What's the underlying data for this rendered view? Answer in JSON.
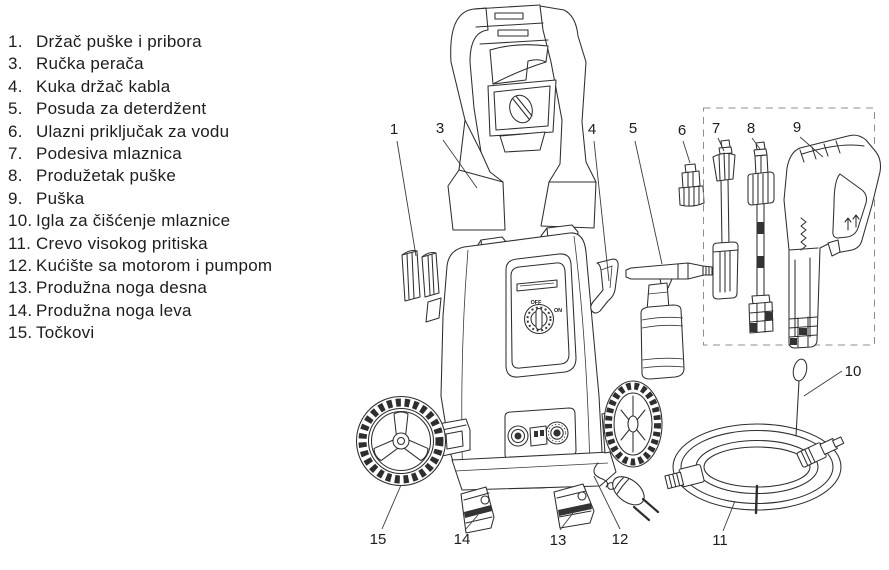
{
  "parts_list": [
    {
      "num": "1.",
      "label": "Držač puške i pribora"
    },
    {
      "num": "3.",
      "label": "Ručka perača"
    },
    {
      "num": "4.",
      "label": "Kuka držač kabla"
    },
    {
      "num": "5.",
      "label": "Posuda za deterdžent"
    },
    {
      "num": "6.",
      "label": "Ulazni priključak za vodu"
    },
    {
      "num": "7.",
      "label": "Podesiva mlaznica"
    },
    {
      "num": "8.",
      "label": "Produžetak puške"
    },
    {
      "num": "9.",
      "label": "Puška"
    },
    {
      "num": "10.",
      "label": "Igla za čišćenje mlaznice"
    },
    {
      "num": "11.",
      "label": "Crevo visokog pritiska"
    },
    {
      "num": "12.",
      "label": "Kućište sa motorom i pumpom"
    },
    {
      "num": "13.",
      "label": "Produžna noga desna"
    },
    {
      "num": "14.",
      "label": "Produžna noga leva"
    },
    {
      "num": "15.",
      "label": "Točkovi"
    }
  ],
  "diagram": {
    "callouts": [
      "1",
      "3",
      "4",
      "5",
      "6",
      "7",
      "8",
      "9",
      "10",
      "11",
      "12",
      "13",
      "14",
      "15"
    ],
    "dial": {
      "off": "OFF",
      "on": "ON"
    },
    "colors": {
      "line": "#2e2e2e",
      "dash_box": "#8f8f8f",
      "background": "#ffffff"
    }
  }
}
